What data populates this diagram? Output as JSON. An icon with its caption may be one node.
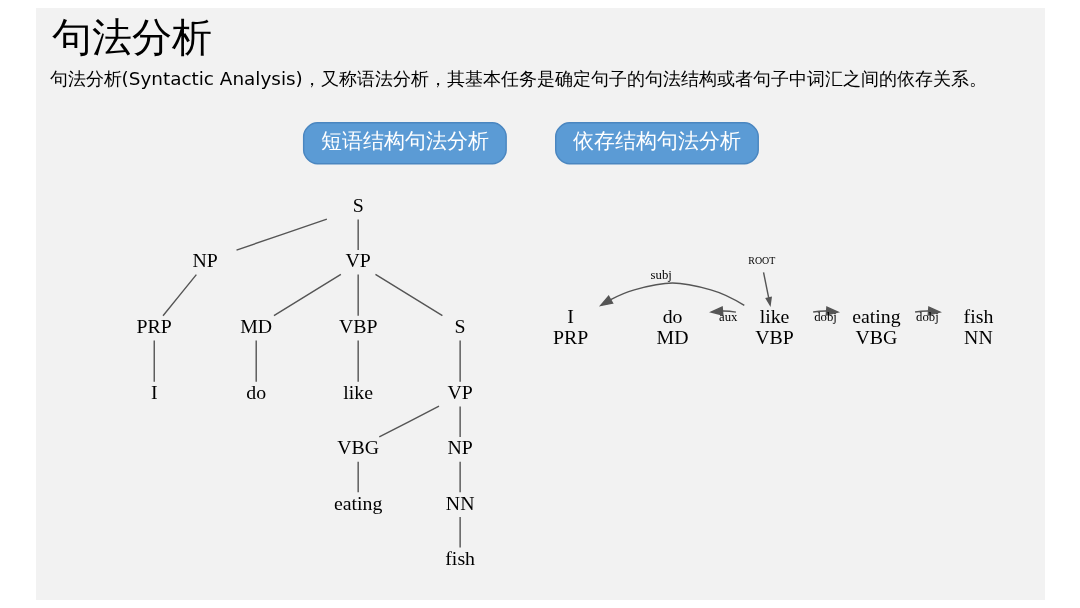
{
  "diagram": {
    "title": "句法分析",
    "nodes": [
      {
        "text": [
          "短语结构句法分析"
        ]
      },
      {
        "text": [
          "依存结构句法分析"
        ]
      },
      {
        "text": [
          "S"
        ]
      },
      {
        "text": [
          "NP"
        ]
      },
      {
        "text": [
          "VP"
        ]
      },
      {
        "text": [
          "PRP"
        ]
      },
      {
        "text": [
          "MD"
        ]
      },
      {
        "text": [
          "VBP"
        ]
      },
      {
        "text": [
          "S"
        ]
      },
      {
        "text": [
          "I"
        ]
      },
      {
        "text": [
          "do"
        ]
      },
      {
        "text": [
          "like"
        ]
      },
      {
        "text": [
          "VP"
        ]
      },
      {
        "text": [
          "VBG"
        ]
      },
      {
        "text": [
          "NP"
        ]
      },
      {
        "text": [
          "eating"
        ]
      },
      {
        "text": [
          "NN"
        ]
      },
      {
        "text": [
          "fish"
        ]
      },
      {
        "text": [
          "ROOT"
        ]
      },
      {
        "text": [
          "I",
          "PRP"
        ]
      },
      {
        "text": [
          "do",
          "MD"
        ]
      },
      {
        "text": [
          "like",
          "VBP"
        ]
      },
      {
        "text": [
          "eating",
          "VBG"
        ]
      },
      {
        "text": [
          "fish",
          "NN"
        ]
      }
    ],
    "edges": [
      {
        "from": 2,
        "to": 3,
        "arrow": "none"
      },
      {
        "from": 2,
        "to": 4,
        "arrow": "none"
      },
      {
        "from": 3,
        "to": 5,
        "arrow": "none"
      },
      {
        "from": 4,
        "to": 6,
        "arrow": "none"
      },
      {
        "from": 4,
        "to": 7,
        "arrow": "none"
      },
      {
        "from": 4,
        "to": 8,
        "arrow": "none"
      },
      {
        "from": 5,
        "to": 9,
        "arrow": "none"
      },
      {
        "from": 6,
        "to": 10,
        "arrow": "none"
      },
      {
        "from": 7,
        "to": 11,
        "arrow": "none"
      },
      {
        "from": 8,
        "to": 12,
        "arrow": "none"
      },
      {
        "from": 12,
        "to": 13,
        "arrow": "none"
      },
      {
        "from": 12,
        "to": 14,
        "arrow": "none"
      },
      {
        "from": 13,
        "to": 15,
        "arrow": "none"
      },
      {
        "from": 14,
        "to": 16,
        "arrow": "none"
      },
      {
        "from": 16,
        "to": 17,
        "arrow": "none"
      },
      {
        "from": 18,
        "to": 21,
        "arrow": "to"
      },
      {
        "from": 21,
        "to": 19,
        "arrow": "to",
        "label": "subj"
      },
      {
        "from": 21,
        "to": 20,
        "arrow": "to",
        "label": "aux"
      },
      {
        "from": 21,
        "to": 22,
        "arrow": "to",
        "label": "dobj"
      },
      {
        "from": 22,
        "to": 23,
        "arrow": "to",
        "label": "dobj"
      }
    ],
    "labels": [
      "句法分析(Syntactic Analysis)，又称语法分析，其基本任务是确定句子的句法结构或者句子中词汇之间的依存关系。"
    ]
  }
}
